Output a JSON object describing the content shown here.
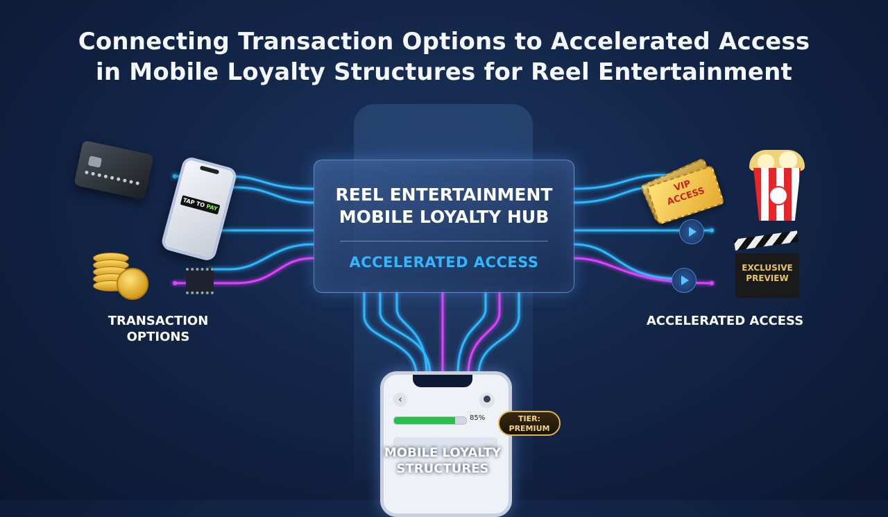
{
  "title": {
    "line1": "Connecting Transaction Options to Accelerated Access",
    "line2": "in Mobile Loyalty Structures for Reel Entertainment"
  },
  "hub": {
    "title_line1": "REEL ENTERTAINMENT",
    "title_line2": "MOBILE LOYALTY HUB",
    "subtitle": "ACCELERATED ACCESS"
  },
  "left_group": {
    "label_line1": "TRANSACTION",
    "label_line2": "OPTIONS",
    "phone_badge_a": "TAP TO",
    "phone_badge_b": "PAY"
  },
  "right_group": {
    "label": "ACCELERATED ACCESS",
    "ticket_line1": "VIP",
    "ticket_line2": "ACCESS",
    "clapper_line1": "EXCLUSIVE",
    "clapper_line2": "PREVIEW"
  },
  "bottom_phone": {
    "label_line1": "MOBILE LOYALTY",
    "label_line2": "STRUCTURES",
    "progress_text": "85%",
    "progress_value": 0.85,
    "back_glyph": "‹",
    "tier_line1": "TIER:",
    "tier_line2": "PREMIUM"
  },
  "colors": {
    "background": "#132648",
    "cyan_wire": "#2fb8ff",
    "magenta_wire": "#e040ff",
    "hub_accent": "#2fb8ff",
    "gold": "#e0b64a"
  },
  "icons": [
    "credit-card-icon",
    "phone-icon",
    "coins-icon",
    "film-strip-icon",
    "ticket-icon",
    "popcorn-icon",
    "play-icon",
    "clapperboard-icon",
    "avatar-icon"
  ]
}
